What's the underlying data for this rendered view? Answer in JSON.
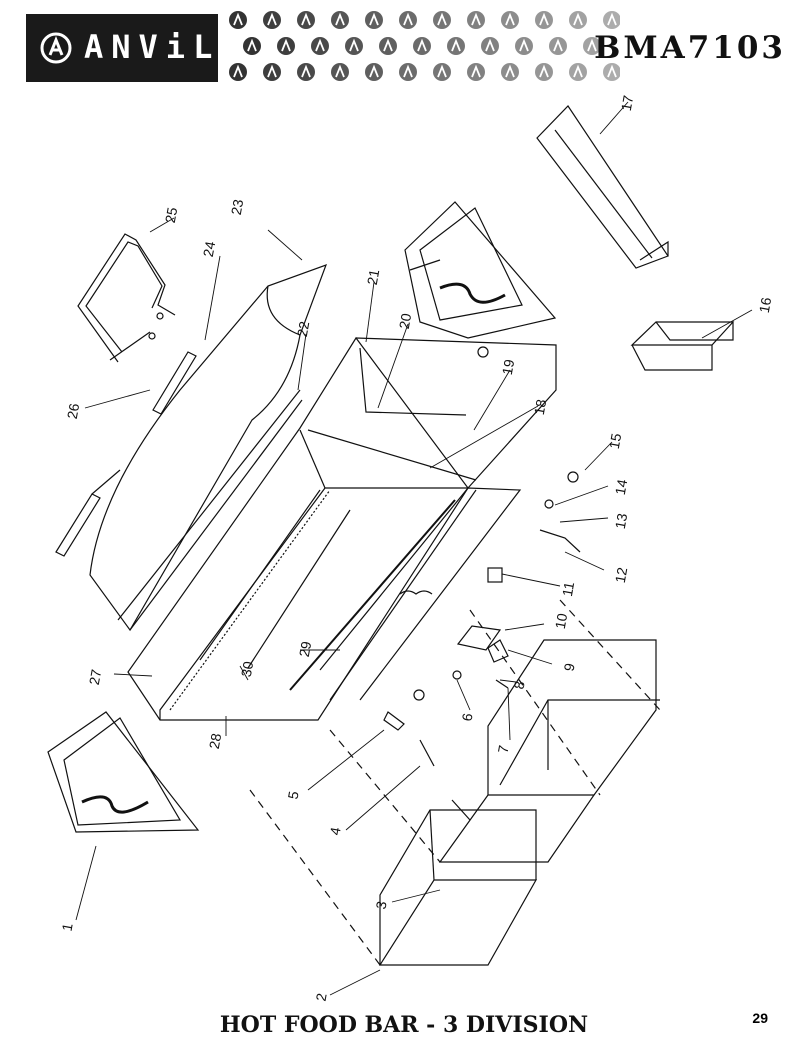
{
  "header": {
    "brand": "ANViL",
    "model": "BMA7103"
  },
  "diagram": {
    "part_numbers": [
      "1",
      "2",
      "3",
      "4",
      "5",
      "6",
      "7",
      "8",
      "9",
      "10",
      "11",
      "12",
      "13",
      "14",
      "15",
      "16",
      "17",
      "18",
      "19",
      "20",
      "21",
      "22",
      "23",
      "24",
      "25",
      "26",
      "27",
      "28",
      "29",
      "30"
    ]
  },
  "footer": {
    "title": "HOT FOOD BAR - 3 DIVISION",
    "page_number": "29"
  },
  "colors": {
    "ink": "#111111",
    "logo_bg": "#1a1a1a",
    "pattern": "#9a9a9a"
  }
}
